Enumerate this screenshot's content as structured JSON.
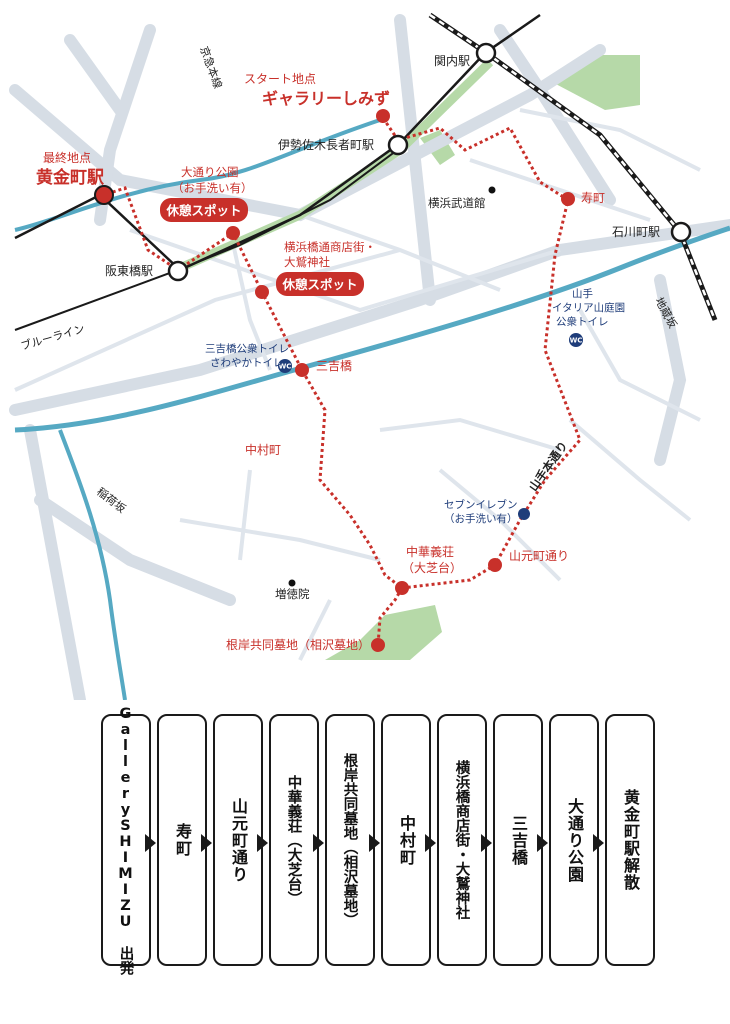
{
  "map": {
    "start": {
      "sub": "スタート地点",
      "name": "ギャラリーしみず"
    },
    "finish": {
      "sub": "最終地点",
      "name": "黄金町駅"
    },
    "stations": {
      "kannai": "関内駅",
      "isezaki": "伊勢佐木長者町駅",
      "ishikawacho": "石川町駅",
      "sakuragi": "阪東橋駅"
    },
    "lines": {
      "keikyu": "京急本線",
      "blue": "ブルーライン"
    },
    "places": {
      "budokan": "横浜武道館",
      "kotobuki": "寿町",
      "odori_park_1": "大通り公園",
      "odori_park_2": "（お手洗い有）",
      "rest1": "休憩スポット",
      "shotengai_1": "横浜橋通商店街・",
      "shotengai_2": "大鷲神社",
      "rest2": "休憩スポット",
      "mitsuyoshi_wc_1": "三吉橋公衆トイレ",
      "mitsuyoshi_wc_2": "さわやかトイレ",
      "mitsuyoshi": "三吉橋",
      "yamate_1": "山手",
      "yamate_2": "イタリア山庭園",
      "yamate_3": "公衆トイレ",
      "jizozaka": "地蔵坂",
      "nakamuracho": "中村町",
      "yamate_hondori": "山手本通り",
      "seven_1": "セブンイレブン",
      "seven_2": "（お手洗い有）",
      "inarizaka": "稲荷坂",
      "chukagiso_1": "中華義荘",
      "chukagiso_2": "（大芝台）",
      "yamamotocho": "山元町通り",
      "zotokuin": "増徳院",
      "cemetery": "根岸共同墓地（相沢墓地）",
      "wc": "WC"
    },
    "colors": {
      "route": "#c8302a",
      "river": "#56a9c3",
      "road": "#d6dde5",
      "park": "#b6d9a8",
      "navy": "#1f3d7a"
    }
  },
  "itinerary": {
    "steps": [
      "GallerySHIMIZU 出発",
      "寿町",
      "山元町通り",
      "中華義荘（大芝台）",
      "根岸共同墓地（相沢墓地）",
      "中村町",
      "横浜橋商店街・大鷲神社",
      "三吉橋",
      "大通り公園",
      "黄金町駅解散"
    ]
  }
}
